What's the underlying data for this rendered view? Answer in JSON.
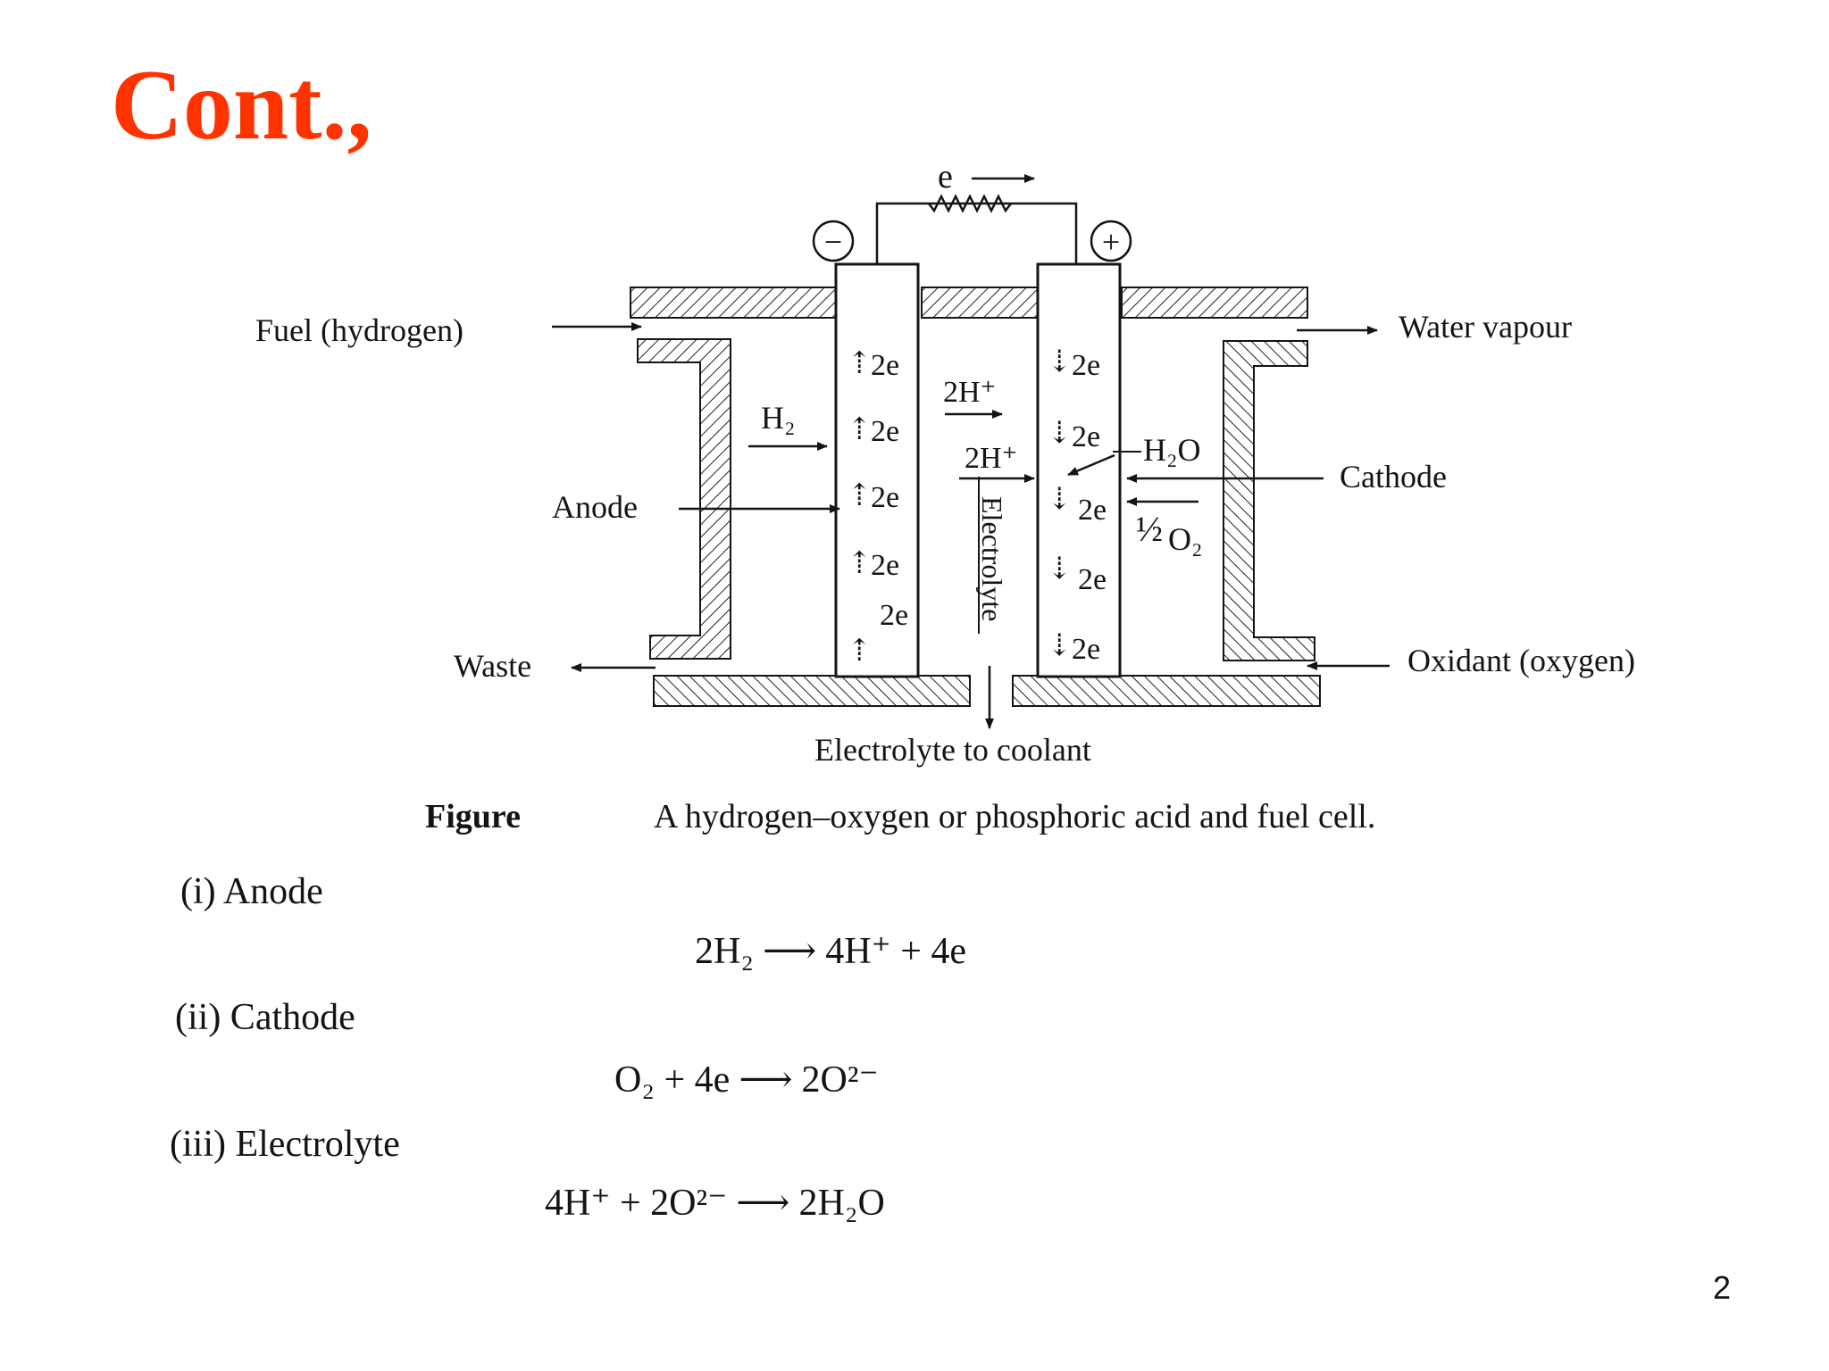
{
  "slide": {
    "title": "Cont.,",
    "page_number": "2"
  },
  "diagram": {
    "labels": {
      "fuel": "Fuel (hydrogen)",
      "water_vapour": "Water vapour",
      "anode": "Anode",
      "cathode": "Cathode",
      "waste": "Waste",
      "oxidant": "Oxidant (oxygen)",
      "electrolyte_to_coolant": "Electrolyte to coolant",
      "electrolyte": "Electrolyte",
      "electron_flow": "e",
      "minus_terminal": "−",
      "plus_terminal": "+",
      "h2_in": "H₂",
      "h2o_out": "H₂O",
      "half": "½",
      "o2_in": "O₂",
      "proton_upper": "2H⁺",
      "proton_lower": "2H⁺",
      "two_e": "2e"
    },
    "caption": {
      "label": "Figure",
      "text": "A hydrogen–oxygen or phosphoric acid and fuel cell."
    }
  },
  "reactions": [
    {
      "label": "(i)  Anode",
      "lhs": "2H₂",
      "arrow": "⟶",
      "rhs": "4H⁺ + 4e"
    },
    {
      "label": "(ii)  Cathode",
      "lhs": "O₂ + 4e",
      "arrow": "⟶",
      "rhs": "2O²⁻"
    },
    {
      "label": "(iii)  Electrolyte",
      "lhs": "4H⁺ + 2O²⁻",
      "arrow": "⟶",
      "rhs": "2H₂O"
    }
  ]
}
